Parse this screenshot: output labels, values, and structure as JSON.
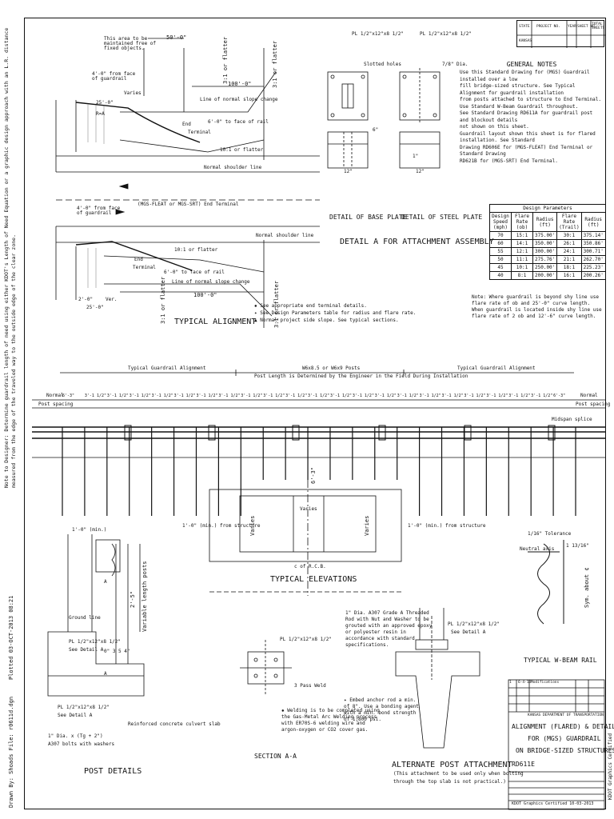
{
  "side_note": "Note to Designer: Determine guardrail length of need using either KDOT's Length of Need Equation or a graphic design approach with an L.R. distance measured from the edge of the traveled way to the outside edge of the clear zone.",
  "side_plotted": "Plotted 03-OCT-2013 08:21",
  "side_drawn": "Drawn By: Shoads   File: r0611d.dgn",
  "side_right": "KDOT Graphics Certified",
  "header": {
    "cols": [
      "STATE",
      "PROJECT NO.",
      "YEAR",
      "SHEET NO.",
      "TOTAL SHEETS"
    ],
    "state": "KANSAS"
  },
  "typical_alignment": {
    "title": "TYPICAL ALIGNMENT",
    "labels": {
      "maintained": "This area to be maintained free of fixed objects.",
      "d50": "50'-0\"",
      "face4": "4'-0\" from face of guardrail",
      "varies": "Varies",
      "d25": "25'-0\"",
      "rA": "R=A",
      "d100": "100'-0\"",
      "slope_change": "Line of normal slope change",
      "face6": "6'-0\" to face of rail",
      "end": "End",
      "terminal": "Terminal",
      "flatter": "10:1 or flatter",
      "shoulder": "Normal shoulder line",
      "terminal_note": "(MGS-FLEAT or MGS-SRT) End Terminal",
      "face4b": "4'-0\" from face of guardrail",
      "shoulder2": "Normal shoulder line",
      "flatter2": "10:1 or flatter",
      "end2": "End",
      "terminal2": "Terminal",
      "face6b": "6'-0\" to face of rail",
      "slope_change2": "Line of normal slope change",
      "d100b": "100'-0\"",
      "d2": "2'-0\"",
      "d25b": "25'-0\"",
      "ver": "Ver.",
      "flatter_v1": "3:1 or flatter",
      "flatter_v2": "3:1 or flatter",
      "flatter_v3": "3:1 or flatter",
      "flatter_v4": "3:1 or flatter"
    },
    "notes": [
      "✹ See appropriate end terminal details.",
      "✦ See Design Parameters table for radius and flare rate.",
      "▲ Normal project side slope. See typical sections."
    ]
  },
  "detail_a": {
    "title": "DETAIL A FOR ATTACHMENT ASSEMBLY",
    "base_plate": "DETAIL OF BASE PLATE",
    "steel_plate": "DETAIL OF STEEL PLATE",
    "pl1": "PL 1/2\"x12\"x8 1/2\"",
    "pl2": "PL 1/2\"x12\"x8 1/2\"",
    "slotted": "Slotted holes",
    "dia": "7/8\" Dia.",
    "d12": "12\"",
    "d12b": "12\"",
    "d1": "1\"",
    "d6": "6\""
  },
  "general_notes": {
    "title": "GENERAL NOTES",
    "lines": [
      "Use this Standard Drawing for (MGS) Guardrail installed over a low",
      "fill bridge-sized structure. See Typical Alignment for guardrail installation",
      "from posts attached to structure to End Terminal.",
      "Use Standard W-Beam Guardrail throughout.",
      "See Standard Drawing RD611A for guardrail post and blockout details",
      "not shown on this sheet.",
      "Guardrail layout shown this sheet is for flared installation. See Standard",
      "Drawing RD606E for (MGS-FLEAT) End Terminal or Standard Drawing",
      "RD621B for (MGS-SRT) End Terminal."
    ]
  },
  "design_parameters": {
    "title": "Design Parameters",
    "headers": [
      "Design Speed (mph)",
      "Flare Rate (ob)",
      "Radius (ft)",
      "Flare Rate (Trail)",
      "Radius (ft)"
    ],
    "rows": [
      [
        "70",
        "15:1",
        "375.00'",
        "30:1",
        "375.14'"
      ],
      [
        "60",
        "14:1",
        "350.00'",
        "26:1",
        "350.86'"
      ],
      [
        "55",
        "12:1",
        "300.00'",
        "24:1",
        "300.71'"
      ],
      [
        "50",
        "11:1",
        "275.76'",
        "21:1",
        "262.70'"
      ],
      [
        "45",
        "10:1",
        "250.00'",
        "18:1",
        "225.23'"
      ],
      [
        "40",
        "8:1",
        "200.00'",
        "16:1",
        "200.26'"
      ]
    ],
    "note": "Note: Where guardrail is beyond shy line use flare rate of ob and 25'-0\" curve length. When guardrail is located inside shy line use flare rate of 2 ob and 12'-6\" curve length."
  },
  "elevation": {
    "left_align": "Typical Guardrail Alignment",
    "posts_note": "W6x8.5 or W6x9 Posts",
    "post_length": "Post Length is Determined by the Engineer in the Field During Installation",
    "right_align": "Typical Guardrail Alignment",
    "normal_l": "Normal",
    "normal_r": "Normal",
    "post_spacing_l": "Post spacing",
    "post_spacing_r": "Post spacing",
    "spacings": [
      "6'-3\"",
      "3'-1 1/2\"",
      "3'-1 1/2\"",
      "3'-1 1/2\"",
      "3'-1 1/2\"",
      "3'-1 1/2\"",
      "3'-1 1/2\"",
      "3'-1 1/2\"",
      "3'-1 1/2\"",
      "3'-1 1/2\"",
      "3'-1 1/2\"",
      "3'-1 1/2\"",
      "3'-1 1/2\"",
      "3'-1 1/2\"",
      "3'-1 1/2\"",
      "3'-1 1/2\"",
      "3'-1 1/2\"",
      "3'-1 1/2\"",
      "3'-1 1/2\"",
      "3'-1 1/2\"",
      "3'-1 1/2\"",
      "3'-1 1/2\"",
      "6'-3\""
    ],
    "midspan": "Midspan splice",
    "from_structure_l": "1'-0\" (min.) from structure",
    "from_structure_r": "1'-0\" (min.) from structure",
    "varies1": "Varies",
    "varies2": "Varies",
    "varies3": "Varies",
    "rcb": "c of R.C.B.",
    "title": "TYPICAL ELEVATIONS",
    "d6_3": "6'-3\""
  },
  "post_details": {
    "title": "POST DETAILS",
    "d1": "1'-0\" (min.)",
    "ground": "Ground line",
    "pl": "PL 1/2\"x12\"x8 1/2\"",
    "see": "See Detail A",
    "pl2": "PL 1/2\"x12\"x8 1/2\"",
    "see2": "See Detail A",
    "bolts": "1\" Dia. x (Tg + 2\")",
    "a307": "A307 bolts with washers",
    "slab": "Reinforced concrete culvert slab",
    "d2_5": "2'-5\"",
    "var_len": "Variable length posts",
    "d3": "0\" 3 5 4\"",
    "a": "A",
    "a2": "A"
  },
  "section_aa": {
    "title": "SECTION A-A",
    "pl": "PL 1/2\"x12\"x8 1/2\"",
    "pass": "3 Pass Weld",
    "welding": "✹ Welding is to be completed using the Gas-Metal Arc Welding process with ER70S-6 welding wire and argon-oxygen or CO2 cover gas."
  },
  "alternate": {
    "title": "ALTERNATE POST ATTACHMENT",
    "sub1": "(This attachment to be used only when bolting",
    "sub2": "through the top slab is not practical.)",
    "rod": "1\" Dia. A307 Grade A Threaded Rod with Nut and Washer to be grouted with an approved epoxy or polyester resin in accordance with standard specifications.",
    "pl": "PL 1/2\"x12\"x8 1/2\"",
    "see": "See Detail A",
    "embed": "✦ Embed anchor rod a min. of 8\". Use a bonding agent with a min. bond strength of 1,800 psi."
  },
  "wbeam": {
    "title": "TYPICAL W-BEAM RAIL",
    "tol": "1/16\" Tolerance",
    "axis": "Neutral axis",
    "sym": "Sym. about ¢",
    "d1": "1 13/16\""
  },
  "title_block": {
    "agency": "KANSAS DEPARTMENT OF TRANSPORTATION",
    "line1": "ALIGNMENT (FLARED) & DETAILS",
    "line2": "FOR (MGS) GUARDRAIL",
    "line3": "ON BRIDGE-SIZED STRUCTURES",
    "number": "RD611E",
    "certified": "KDOT Graphics Certified  10-03-2013",
    "rev_rows": [
      [
        "1",
        "6-4-18",
        "Modifications",
        "",
        ""
      ],
      [
        "",
        "",
        "",
        "",
        ""
      ],
      [
        "",
        "",
        "",
        "",
        ""
      ]
    ]
  }
}
